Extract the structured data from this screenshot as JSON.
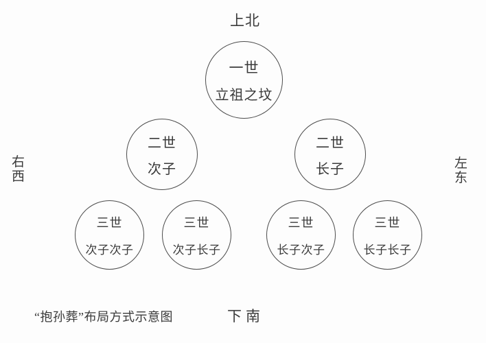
{
  "colors": {
    "background": "#fdfdfd",
    "ink": "#3a3a3a",
    "circle_stroke": "#4a4a4a"
  },
  "caption": "“抱孙葬”布局方式示意图",
  "compass": {
    "north": "上北",
    "south": "下南",
    "west_char1": "右",
    "west_char2": "西",
    "east_char1": "左",
    "east_char2": "东"
  },
  "nodes": [
    {
      "id": "gen1-founder",
      "line1": "一世",
      "line2": "立祖之坟"
    },
    {
      "id": "gen2-second-son",
      "line1": "二世",
      "line2": "次子"
    },
    {
      "id": "gen2-eldest-son",
      "line1": "二世",
      "line2": "长子"
    },
    {
      "id": "gen3-secondson-secondson",
      "line1": "三世",
      "line2": "次子次子"
    },
    {
      "id": "gen3-secondson-eldestson",
      "line1": "三世",
      "line2": "次子长子"
    },
    {
      "id": "gen3-eldestson-secondson",
      "line1": "三世",
      "line2": "长子次子"
    },
    {
      "id": "gen3-eldestson-eldestson",
      "line1": "三世",
      "line2": "长子长子"
    }
  ]
}
